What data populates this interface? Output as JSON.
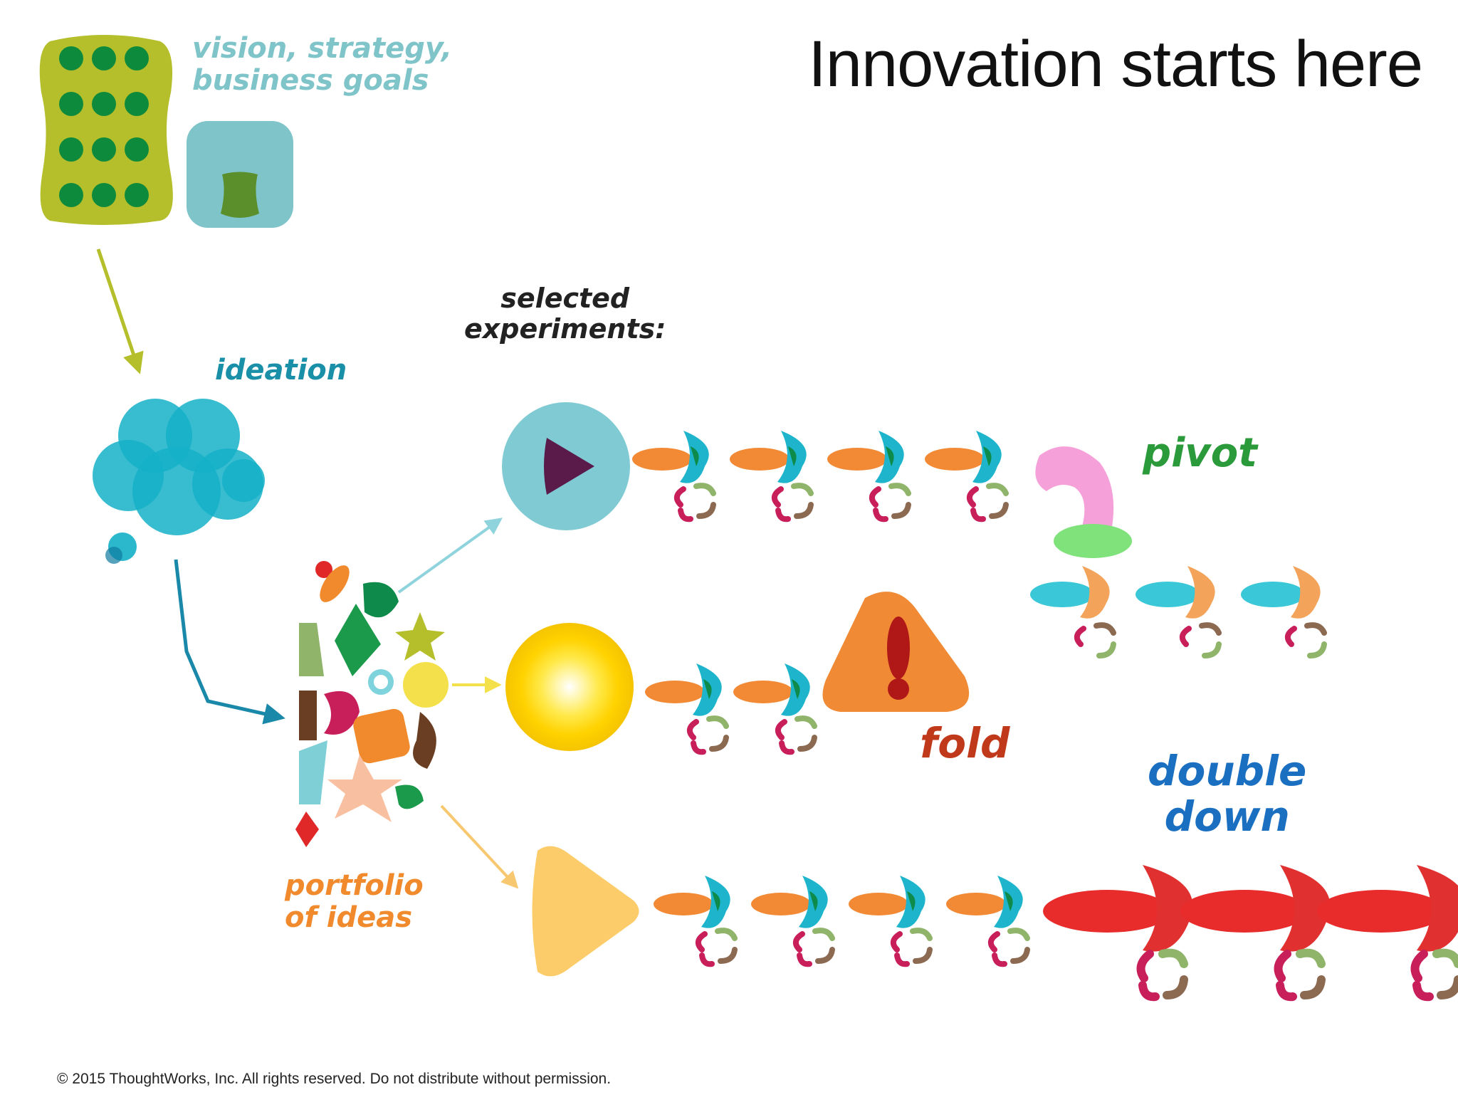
{
  "title": "Innovation starts here",
  "labels": {
    "vision": [
      "vision, strategy,",
      "business goals"
    ],
    "ideation": "ideation",
    "selected": [
      "selected",
      "experiments:"
    ],
    "portfolio": [
      "portfolio",
      "of ideas"
    ],
    "pivot": "pivot",
    "fold": "fold",
    "double": [
      "double",
      "down"
    ]
  },
  "footer": "© 2015 ThoughtWorks, Inc. All rights reserved. Do not distribute without permission.",
  "colors": {
    "vision_text": "#7fc4c9",
    "ideation_text": "#1a8fa8",
    "selected_text": "#222222",
    "portfolio_text": "#f08a2c",
    "pivot_text": "#2a9a3a",
    "fold_text": "#c0391b",
    "double_text": "#1a6fc0",
    "orange": "#f28a35",
    "teal": "#1eb5cc",
    "darkgreen": "#0e8a4a",
    "red": "#e82c2c",
    "pink": "#f5a0d8",
    "lightgreen": "#7fe27a",
    "light_teal": "#3ac8d8",
    "lightorange": "#f4a35a"
  }
}
